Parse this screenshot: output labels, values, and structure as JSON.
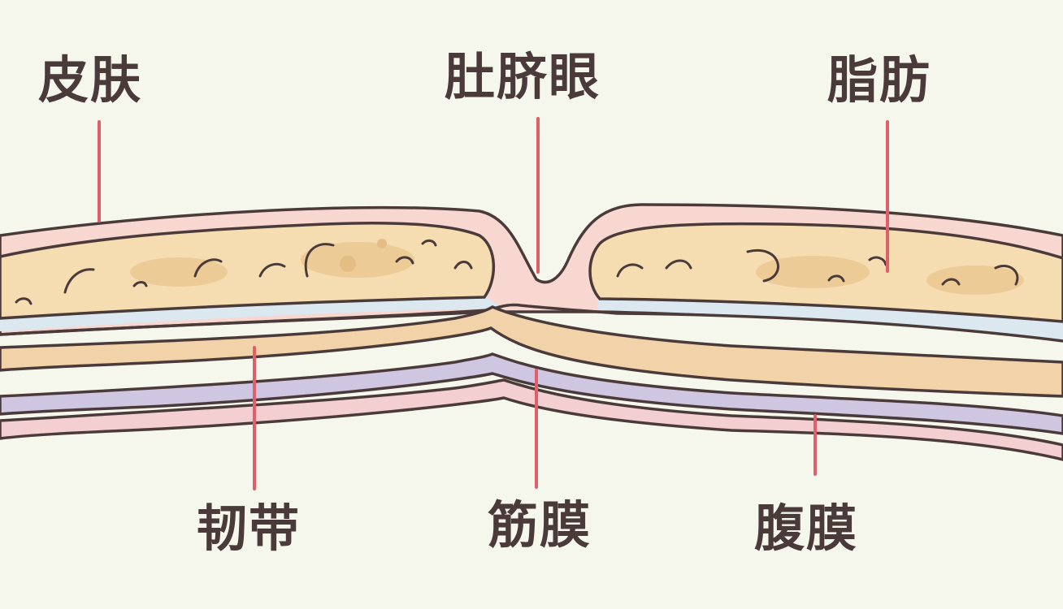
{
  "labels": {
    "skin": "皮肤",
    "navel": "肚脐眼",
    "fat": "脂肪",
    "ligament": "韧带",
    "fascia": "筋膜",
    "peritoneum": "腹膜"
  },
  "colors": {
    "background": "#f6f7ec",
    "skin": "#f8d7d0",
    "fat": "#f5dcb1",
    "fat_spots": "#eccb96",
    "blue_layer": "#dbe8f0",
    "ligament": "#f2d3a9",
    "fascia": "#cfc6e2",
    "peritoneum": "#f3cfd2",
    "outline": "#4a3b3a",
    "leader": "#e0606a"
  }
}
